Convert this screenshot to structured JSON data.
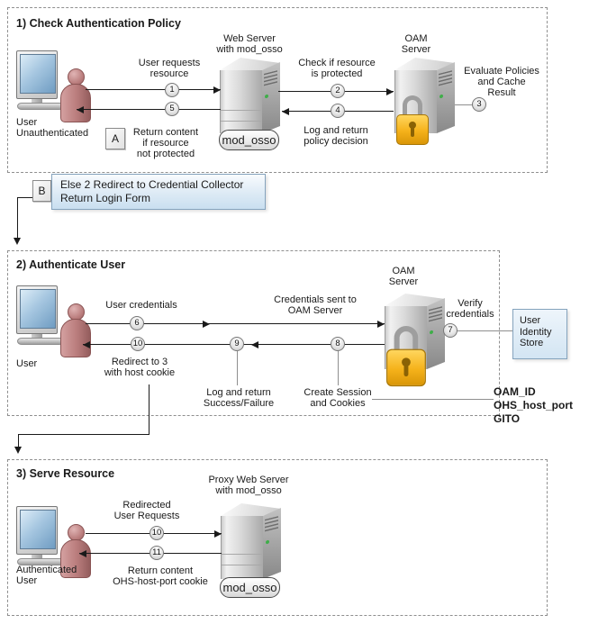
{
  "palette": {
    "line": "#1a1a1a",
    "grey_line": "#8f8f8f",
    "callout_fill": "#d9e8f5",
    "callout_border": "#85a3bd",
    "lock_gold": "#f5b21a",
    "led_green": "#3fae49",
    "person_rose": "#b97c7c",
    "screen_blue": "#a5c6e0"
  },
  "icons": {
    "user-workstation-icon": "css monitor + person silhouette",
    "server-tower-icon": "css 3d grey tower with vents and green led",
    "padlock-icon": "css gold padlock with grey shackle",
    "step-circle": "css numbered circle"
  },
  "section1": {
    "title": "1) Check Authentication Policy",
    "actor_label": "User\nUnauthenticated",
    "web_server_label": "Web Server\nwith mod_osso",
    "web_server_badge": "mod_osso",
    "oam_server_label": "OAM\nServer",
    "marker_a": "A",
    "labels": {
      "user_requests": "User requests\nresource",
      "return_content": "Return content\nif resource\nnot protected",
      "check_resource": "Check if resource\nis protected",
      "log_policy": "Log and return\npolicy decision",
      "evaluate": "Evaluate Policies\nand Cache\nResult"
    },
    "steps": {
      "n1": "1",
      "n2": "2",
      "n3": "3",
      "n4": "4",
      "n5": "5"
    }
  },
  "callout_b": {
    "marker": "B",
    "text": "Else 2 Redirect to Credential Collector\nReturn Login Form"
  },
  "section2": {
    "title": "2) Authenticate User",
    "actor_label": "User",
    "oam_server_label": "OAM\nServer",
    "identity_store": "User\nIdentity\nStore",
    "labels": {
      "user_credentials": "User credentials",
      "credentials_sent": "Credentials sent to\nOAM Server",
      "verify": "Verify\ncredentials",
      "redirect": "Redirect to 3\nwith host cookie",
      "log_result": "Log and return\nSuccess/Failure",
      "create_session": "Create Session\nand Cookies",
      "cookies": "OAM_ID\nOHS_host_port\nGITO"
    },
    "steps": {
      "n6": "6",
      "n7": "7",
      "n8": "8",
      "n9": "9",
      "n10": "10"
    }
  },
  "section3": {
    "title": "3) Serve Resource",
    "actor_label": "Authenticated\nUser",
    "proxy_server_label": "Proxy Web Server\nwith mod_osso",
    "proxy_server_badge": "mod_osso",
    "labels": {
      "redirected": "Redirected\nUser Requests",
      "return_content": "Return content\nOHS-host-port cookie"
    },
    "steps": {
      "n10": "10",
      "n11": "11"
    }
  }
}
